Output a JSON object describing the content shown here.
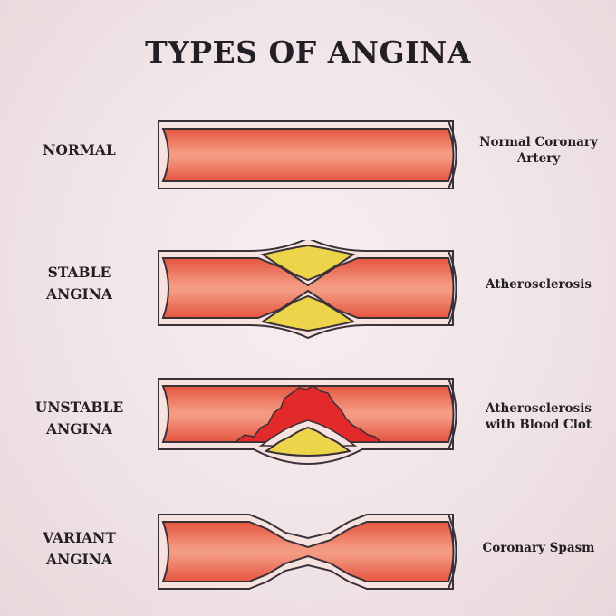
{
  "title": "TYPES OF ANGINA",
  "rows": [
    {
      "left_label": [
        "NORMAL"
      ],
      "right_label": [
        "Normal Coronary",
        "Artery"
      ],
      "illustration": "normal-artery"
    },
    {
      "left_label": [
        "STABLE",
        "ANGINA"
      ],
      "right_label": [
        "Atherosclerosis"
      ],
      "illustration": "plaque-narrowed-artery"
    },
    {
      "left_label": [
        "UNSTABLE",
        "ANGINA"
      ],
      "right_label": [
        "Atherosclerosis",
        "with Blood Clot"
      ],
      "illustration": "plaque-with-clot-artery"
    },
    {
      "left_label": [
        "VARIANT",
        "ANGINA"
      ],
      "right_label": [
        "Coronary Spasm"
      ],
      "illustration": "spasm-narrowed-artery"
    }
  ],
  "colors": {
    "background": "#f0e4e6",
    "text": "#231f26",
    "vessel_wall": "#f6e3e0",
    "blood": "#e9604f",
    "blood_highlight": "#f39a84",
    "plaque": "#ecd54a",
    "clot": "#e22a2a",
    "outline": "#3a3038"
  }
}
